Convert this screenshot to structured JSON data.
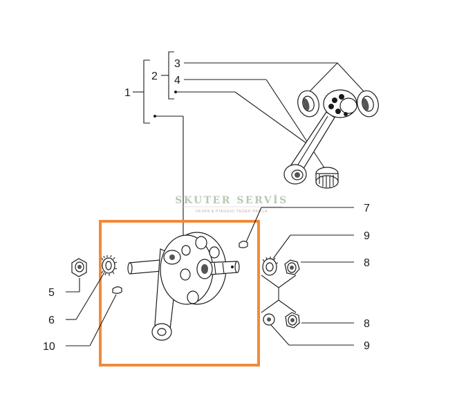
{
  "callouts": {
    "n1": "1",
    "n2": "2",
    "n3": "3",
    "n4": "4",
    "n5": "5",
    "n6": "6",
    "n7": "7",
    "n8a": "8",
    "n8b": "8",
    "n9a": "9",
    "n9b": "9",
    "n10": "10"
  },
  "watermark": {
    "title": "SKUTER SERVİS",
    "subtitle": "VESPA & PIAGGIO YEDEK PARÇA"
  },
  "colors": {
    "highlight": "#f08a3a",
    "ink": "#1a1a1a",
    "watermark_title": "#b9c7b4",
    "watermark_subtitle": "#c9a7a7"
  }
}
